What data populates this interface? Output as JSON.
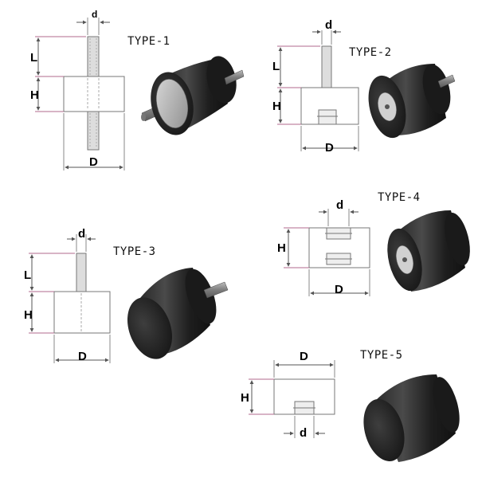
{
  "types": [
    {
      "id": 1,
      "title": "TYPE-1",
      "labels": {
        "d": "d",
        "L": "L",
        "H": "H",
        "D": "D"
      }
    },
    {
      "id": 2,
      "title": "TYPE-2",
      "labels": {
        "d": "d",
        "L": "L",
        "H": "H",
        "D": "D"
      }
    },
    {
      "id": 3,
      "title": "TYPE-3",
      "labels": {
        "d": "d",
        "L": "L",
        "H": "H",
        "D": "D"
      }
    },
    {
      "id": 4,
      "title": "TYPE-4",
      "labels": {
        "d": "d",
        "H": "H",
        "D": "D"
      }
    },
    {
      "id": 5,
      "title": "TYPE-5",
      "labels": {
        "d": "d",
        "H": "H",
        "D": "D"
      }
    }
  ],
  "colors": {
    "rubber_dark": "#1b1b1b",
    "rubber_mid": "#3a3a3a",
    "metal": "#8a8a8a",
    "dimension_line": "#b06a8c",
    "drawing_line": "#888888"
  }
}
